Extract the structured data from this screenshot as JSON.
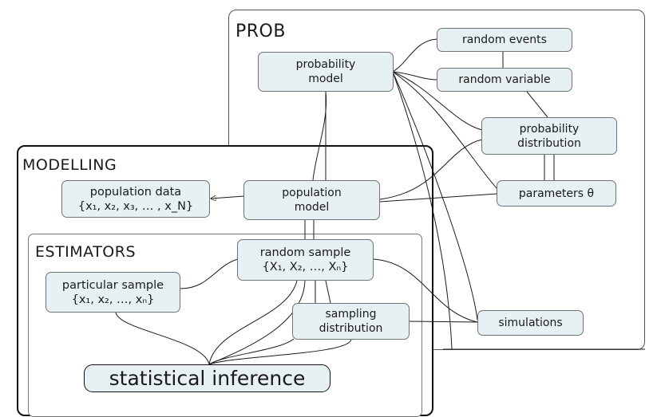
{
  "frames": {
    "prob": "PROB",
    "modelling": "MODELLING",
    "estimators": "ESTIMATORS"
  },
  "nodes": {
    "probability_model": [
      "probability",
      "model"
    ],
    "random_events": [
      "random events"
    ],
    "random_variable": [
      "random variable"
    ],
    "probability_distribution": [
      "probability",
      "distribution"
    ],
    "parameters": [
      "parameters θ"
    ],
    "population_model": [
      "population",
      "model"
    ],
    "population_data": [
      "population data",
      "{x₁, x₂, x₃, … , x_N}"
    ],
    "random_sample": [
      "random sample",
      "{X₁, X₂, …, Xₙ}"
    ],
    "particular_sample": [
      "particular sample",
      "{x₁, x₂, …, xₙ}"
    ],
    "sampling_distribution": [
      "sampling",
      "distribution"
    ],
    "simulations": [
      "simulations"
    ],
    "statistical_inference": [
      "statistical inference"
    ]
  }
}
